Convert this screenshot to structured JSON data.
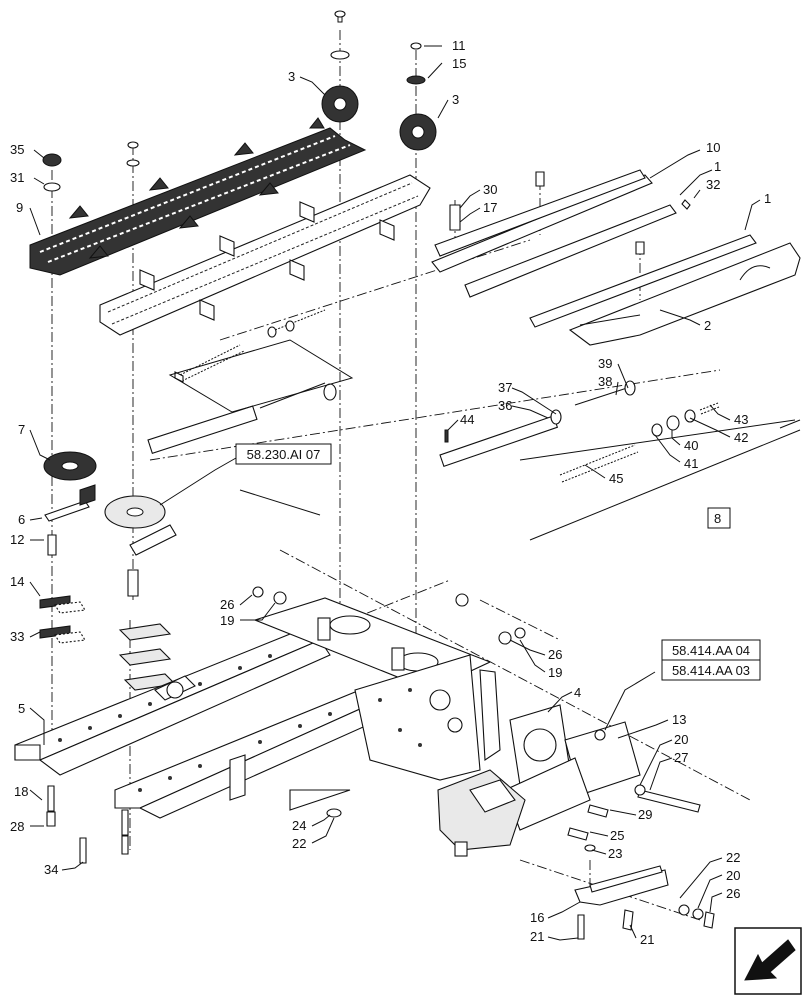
{
  "callouts": {
    "c11": "11",
    "c15": "15",
    "c3a": "3",
    "c3b": "3",
    "c35": "35",
    "c31": "31",
    "c9": "9",
    "c10": "10",
    "c1a": "1",
    "c32": "32",
    "c30": "30",
    "c17": "17",
    "c1b": "1",
    "c2": "2",
    "c39": "39",
    "c38": "38",
    "c37": "37",
    "c36": "36",
    "c44": "44",
    "c43": "43",
    "c42": "42",
    "c40": "40",
    "c41": "41",
    "c45": "45",
    "c8": "8",
    "c7": "7",
    "c6": "6",
    "c12": "12",
    "c14": "14",
    "c33": "33",
    "c26a": "26",
    "c19a": "19",
    "c26b": "26",
    "c19b": "19",
    "c5": "5",
    "c4": "4",
    "c13": "13",
    "c20a": "20",
    "c27": "27",
    "c18": "18",
    "c28": "28",
    "c34": "34",
    "c24": "24",
    "c22a": "22",
    "c29": "29",
    "c25": "25",
    "c23": "23",
    "c22b": "22",
    "c20b": "20",
    "c26c": "26",
    "c16": "16",
    "c21a": "21",
    "c21b": "21"
  },
  "references": {
    "ref1": "58.230.AI 07",
    "ref2": "58.414.AA 04",
    "ref3": "58.414.AA 03"
  },
  "icons": {
    "corner": "view-direction-arrow-icon"
  }
}
